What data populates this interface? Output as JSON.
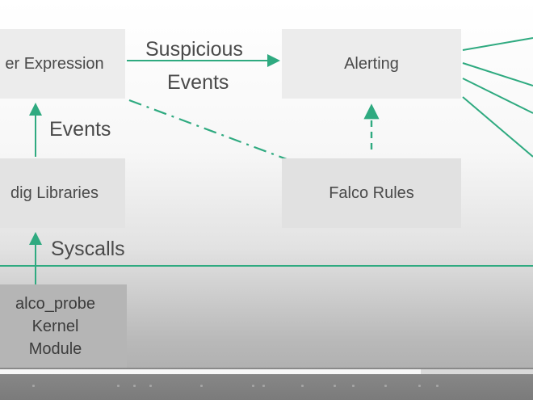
{
  "diagram": {
    "boxes": {
      "filter_expression": "er Expression",
      "alerting": "Alerting",
      "sysdig_libraries": "dig Libraries",
      "falco_rules": "Falco Rules",
      "falco_probe_lines": [
        "alco_probe",
        "Kernel",
        "Module"
      ]
    },
    "labels": {
      "suspicious_line1": "Suspicious",
      "suspicious_line2": "Events",
      "events": "Events",
      "syscalls": "Syscalls"
    },
    "colors": {
      "arrow": "#2faa80",
      "box": "#e9e9e9",
      "text": "#4a4a4a"
    }
  },
  "video_player": {
    "progress_fraction": 0.79
  }
}
